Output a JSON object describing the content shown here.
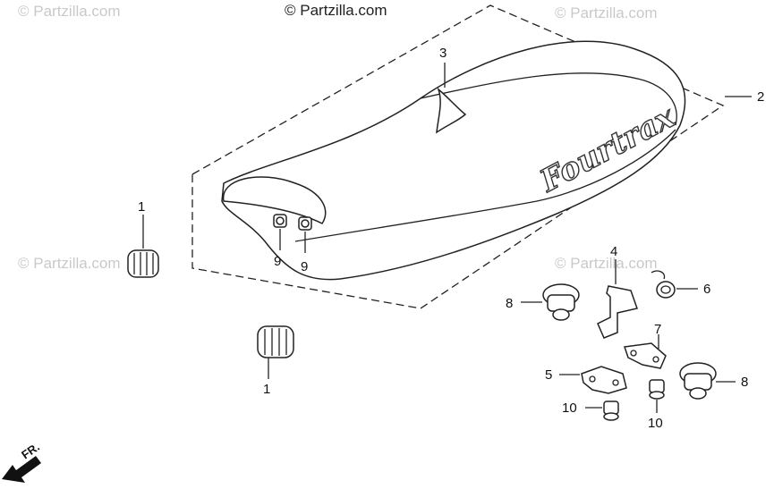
{
  "watermark": {
    "top": "© Partzilla.com",
    "repeat": "© Partzilla.com"
  },
  "seat_logo": "Fourtrax",
  "direction": "FR.",
  "callouts": {
    "seat": "2",
    "seat_part_3": "3",
    "collar_upper": "1",
    "collar_lower": "1",
    "nut_9_left": "9",
    "nut_9_right": "9",
    "bracket_4": "4",
    "spring_6": "6",
    "stopper_left": "8",
    "stopper_right": "8",
    "plate_7": "7",
    "plate_5": "5",
    "nut_10_left": "10",
    "nut_10_right": "10"
  }
}
